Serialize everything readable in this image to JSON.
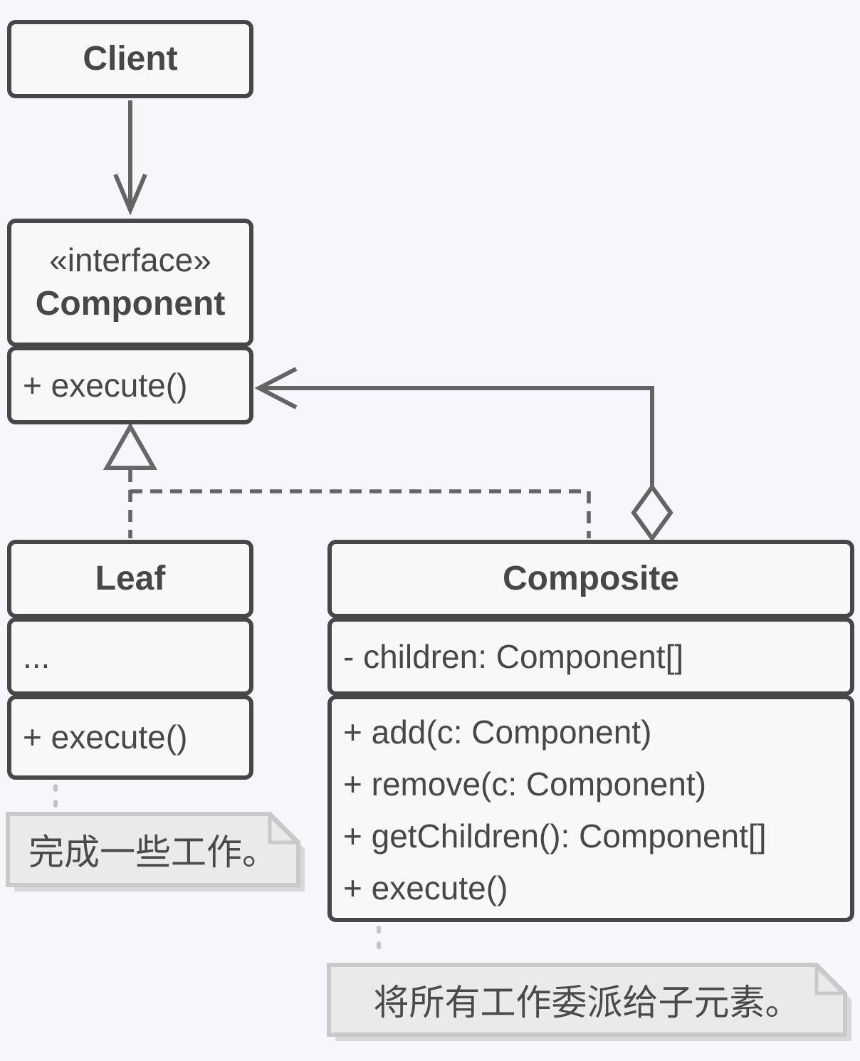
{
  "diagram": {
    "kind": "uml-class-diagram",
    "pattern": "Composite",
    "classes": {
      "client": {
        "title": "Client"
      },
      "component": {
        "stereotype": "«interface»",
        "title": "Component",
        "methods": [
          "+ execute()"
        ]
      },
      "leaf": {
        "title": "Leaf",
        "attributes": [
          "..."
        ],
        "methods": [
          "+ execute()"
        ]
      },
      "composite": {
        "title": "Composite",
        "attributes": [
          "- children: Component[]"
        ],
        "methods": [
          "+ add(c: Component)",
          "+ remove(c: Component)",
          "+ getChildren(): Component[]",
          "+ execute()"
        ]
      }
    },
    "notes": {
      "leaf": {
        "text": "完成一些工作。"
      },
      "composite": {
        "text": "将所有工作委派给子元素。"
      }
    },
    "relations": {
      "client_to_component": "dependency-arrow",
      "leaf_to_component": "realization-dashed-hollow-triangle",
      "composite_to_component": "realization-dashed-hollow-triangle",
      "composite_aggregates_component": "aggregation-hollow-diamond"
    },
    "colors": {
      "background": "#f7f7fb",
      "box_fill": "#f8f8f8",
      "box_border": "#474747",
      "text": "#474747",
      "connector_line": "#646464",
      "note_fill": "#eaeaea",
      "note_border": "#c9c9c9",
      "note_connector": "#c4c4c4"
    }
  }
}
